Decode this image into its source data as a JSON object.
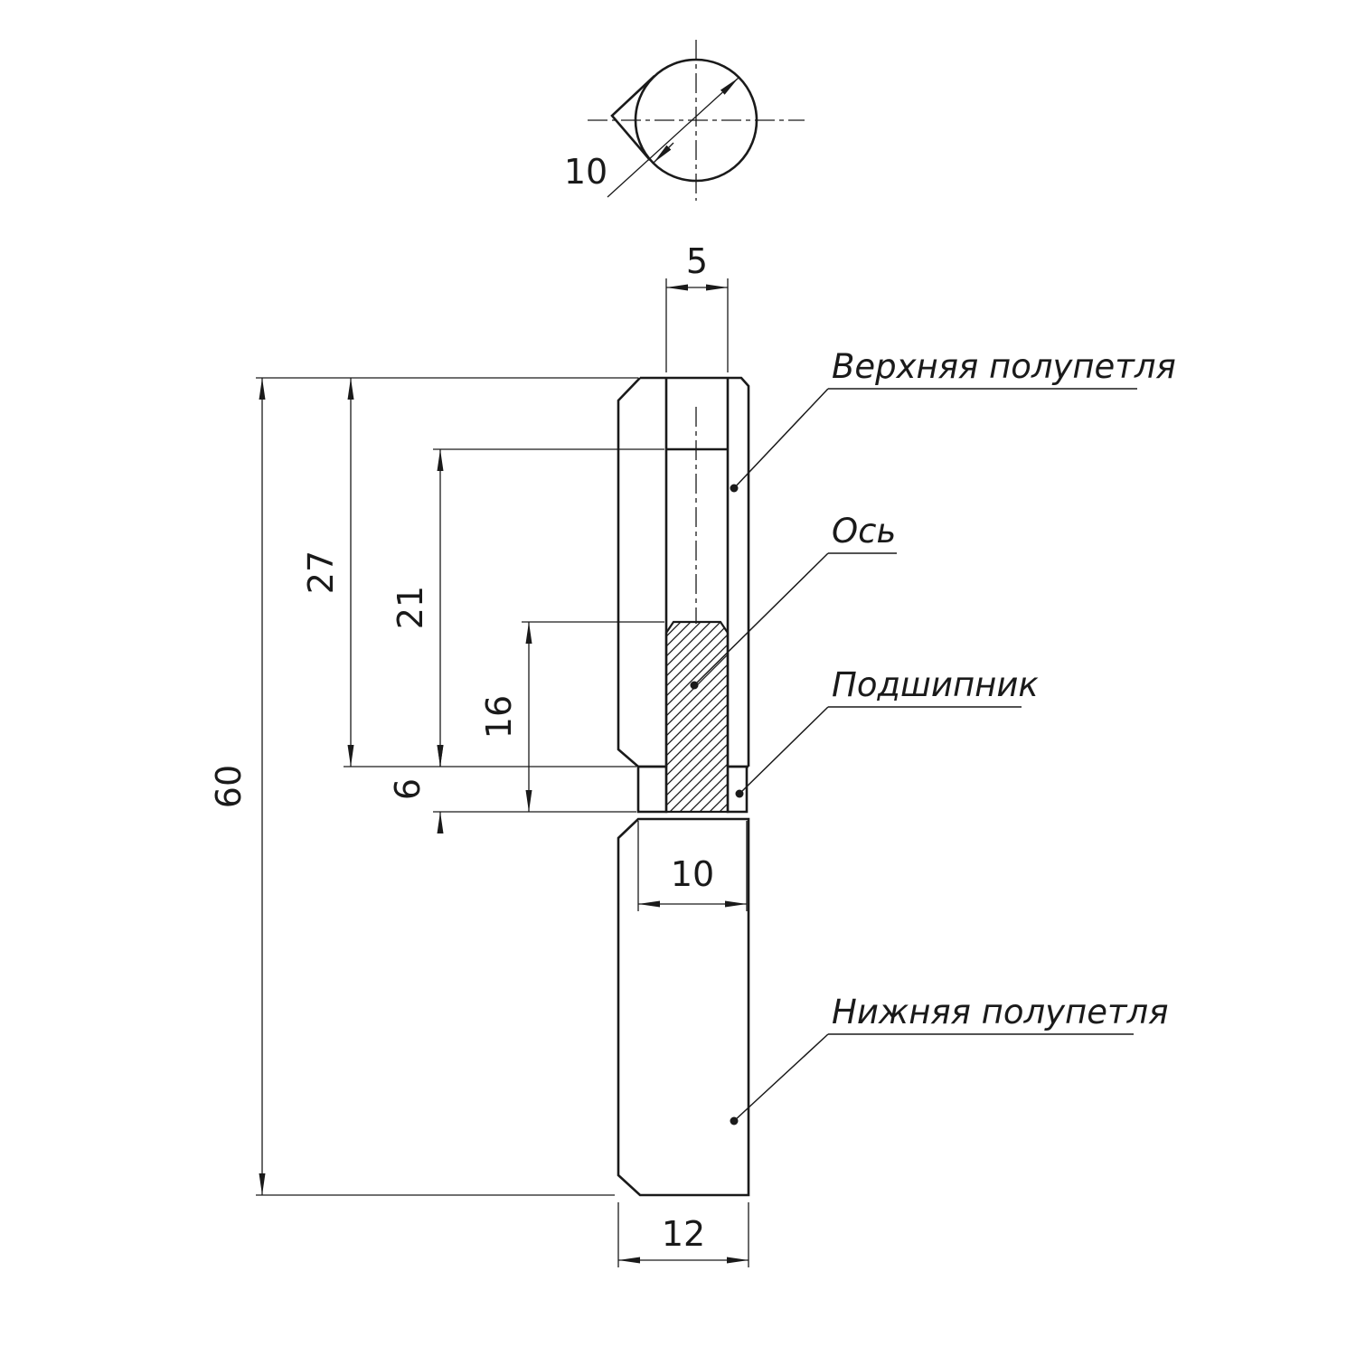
{
  "colors": {
    "line": "#1a1a1a",
    "background": "#ffffff"
  },
  "labels": {
    "upper_half": "Верхняя полупетля",
    "pin": "Ось",
    "bearing": "Подшипник",
    "lower_half": "Нижняя полупетля"
  },
  "dims": {
    "top_pin_diameter": "10",
    "slot_width": "5",
    "upper_half_height": "27",
    "bore_depth": "21",
    "pin_length": "16",
    "bearing_height": "6",
    "total_height": "60",
    "knuckle_bore_diameter": "10",
    "body_width": "12"
  }
}
